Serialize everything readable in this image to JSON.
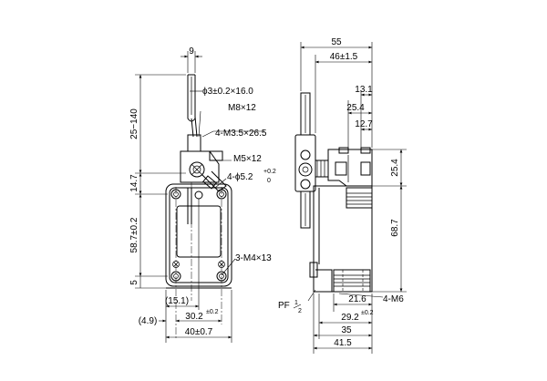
{
  "front_view": {
    "dim_lever_width": "9",
    "rod_spec": "ϕ3±0.2×16.0",
    "lever_stroke": "25−140",
    "screw_m8": "M8×12",
    "screw_m35": "4-M3.5×26.5",
    "screw_m5": "M5×12",
    "hole_label": "4-ϕ5.2",
    "hole_tol_upper": "+0.2",
    "hole_tol_lower": "0",
    "dim_head": "14.7",
    "dim_body": "58.7±0.2",
    "screw_m4": "3-M4×13",
    "dim_bottom": "5",
    "dim_15_1": "(15.1)",
    "dim_30_2": "30.2",
    "dim_30_2_tol": "±0.2",
    "dim_4_9": "(4.9)",
    "dim_width": "40±0.7"
  },
  "side_view": {
    "dim_55": "55",
    "dim_46": "46±1.5",
    "dim_13_1": "13.1",
    "dim_25_4_top": "25.4",
    "dim_12_7": "12.7",
    "dim_25_4_right": "25.4",
    "dim_68_7": "68.7",
    "conduit": "PF",
    "conduit_frac_num": "1",
    "conduit_frac_den": "2",
    "dim_21_6": "21.6",
    "screw_m6": "4-M6",
    "dim_29_2": "29.2",
    "dim_29_2_tol": "±0.2",
    "dim_35": "35",
    "dim_41_5": "41.5"
  }
}
